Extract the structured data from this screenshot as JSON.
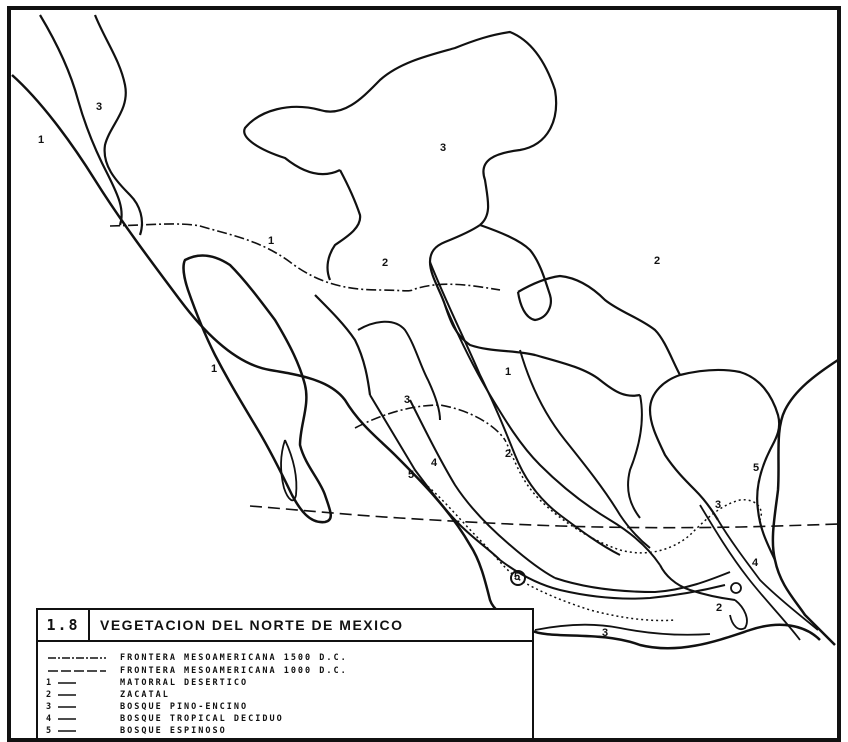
{
  "map": {
    "zone_labels": [
      {
        "id": "z3-north",
        "text": "3"
      },
      {
        "id": "z1-northwest",
        "text": "1"
      },
      {
        "id": "z3-northeast",
        "text": "3"
      },
      {
        "id": "z1-center",
        "text": "1"
      },
      {
        "id": "z2-center",
        "text": "2"
      },
      {
        "id": "z2-east",
        "text": "2"
      },
      {
        "id": "z1-baja",
        "text": "1"
      },
      {
        "id": "z1-east",
        "text": "1"
      },
      {
        "id": "z3-sierra",
        "text": "3"
      },
      {
        "id": "z4-sierra",
        "text": "4"
      },
      {
        "id": "z2-sierra",
        "text": "2"
      },
      {
        "id": "z5-west",
        "text": "5"
      },
      {
        "id": "z5-east",
        "text": "5"
      },
      {
        "id": "z3-gulf",
        "text": "3"
      },
      {
        "id": "z4-gulf",
        "text": "4"
      },
      {
        "id": "z5-circled",
        "text": "5"
      },
      {
        "id": "z2-south",
        "text": "2"
      },
      {
        "id": "z3-south",
        "text": "3"
      }
    ]
  },
  "legend": {
    "number": "1.8",
    "title": "VEGETACION DEL NORTE DE MEXICO",
    "items": [
      {
        "key": "dash-dot",
        "text": "FRONTERA  MESOAMERICANA  1500  D.C."
      },
      {
        "key": "dashed",
        "text": "FRONTERA  MESOAMERICANA  1000  D.C."
      },
      {
        "key": "1",
        "text": "MATORRAL  DESERTICO"
      },
      {
        "key": "2",
        "text": "ZACATAL"
      },
      {
        "key": "3",
        "text": "BOSQUE  PINO-ENCINO"
      },
      {
        "key": "4",
        "text": "BOSQUE  TROPICAL  DECIDUO"
      },
      {
        "key": "5",
        "text": "BOSQUE  ESPINOSO"
      }
    ]
  }
}
